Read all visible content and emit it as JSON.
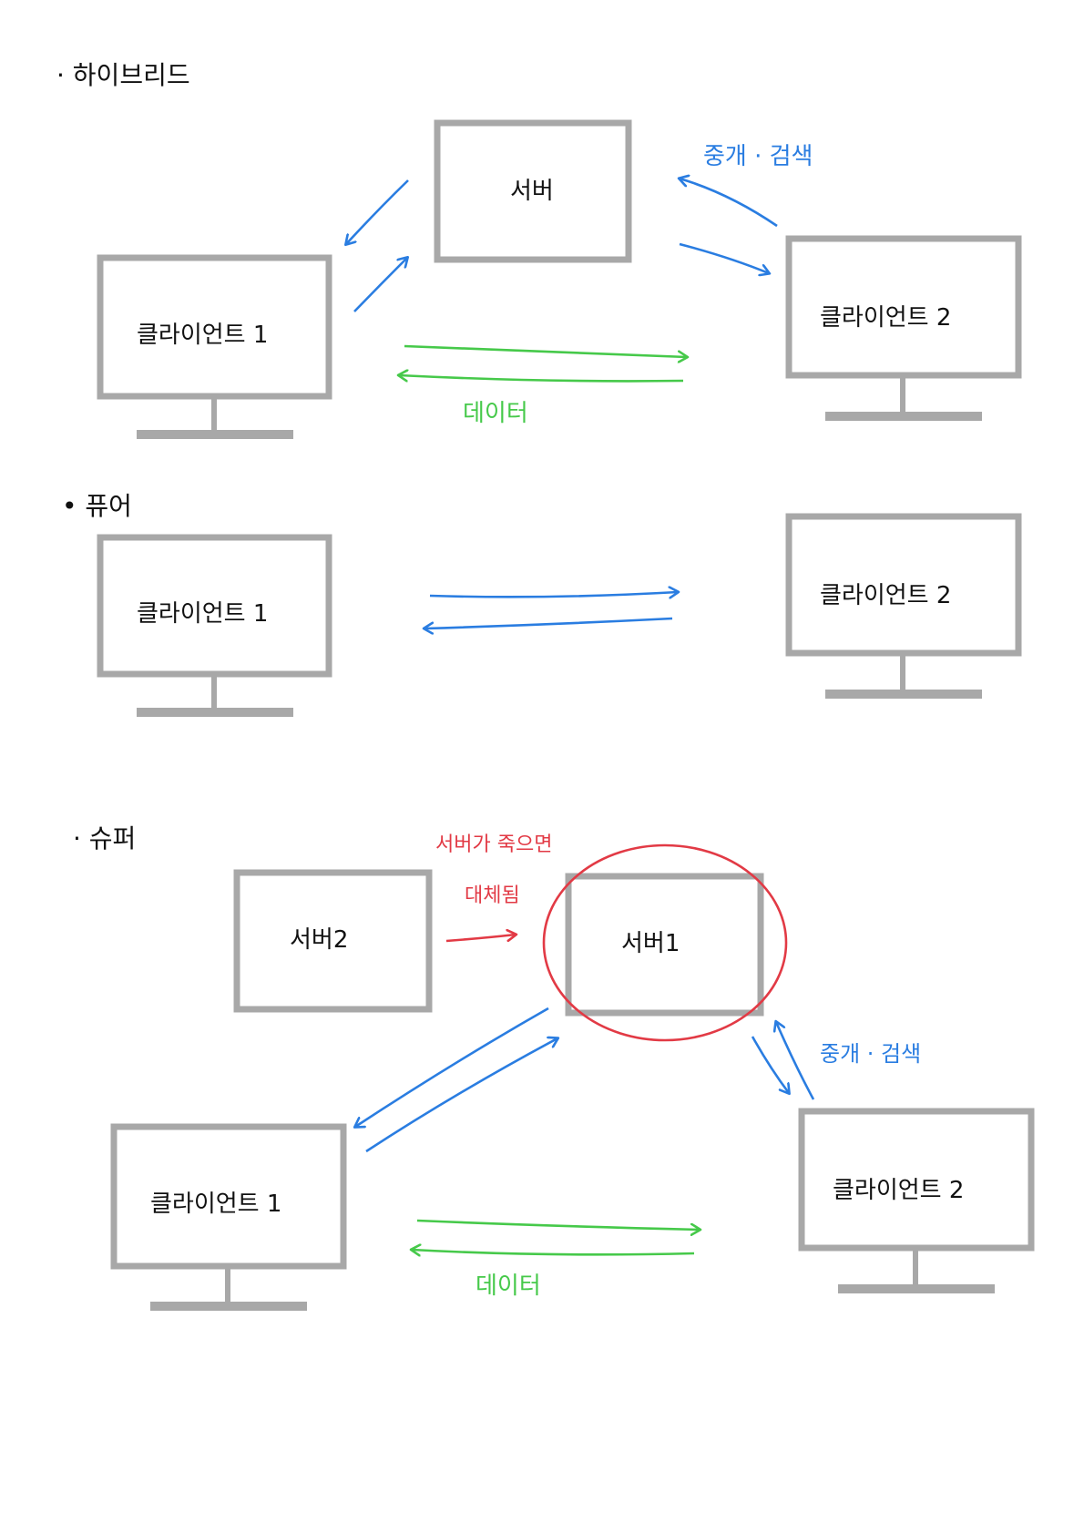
{
  "sections": {
    "hybrid": {
      "title": "· 하이브리드",
      "server": "서버",
      "client1": "클라이언트 1",
      "client2": "클라이언트 2",
      "relay_label": "중개 · 검색",
      "data_label": "데이터"
    },
    "pure": {
      "title": "• 퓨어",
      "client1": "클라이언트 1",
      "client2": "클라이언트 2"
    },
    "super": {
      "title": "· 슈퍼",
      "server2": "서버2",
      "server1": "서버1",
      "failover_note_1": "서버가 죽으면",
      "failover_note_2": "대체됨",
      "relay_label": "중개 · 검색",
      "client1": "클라이언트 1",
      "client2": "클라이언트 2",
      "data_label": "데이터"
    }
  },
  "colors": {
    "frame": "#a8a8a8",
    "frame_dark": "#8c8c8c",
    "ink": "#111111",
    "blue": "#2a7de1",
    "green": "#46c94a",
    "red": "#e23a45"
  }
}
